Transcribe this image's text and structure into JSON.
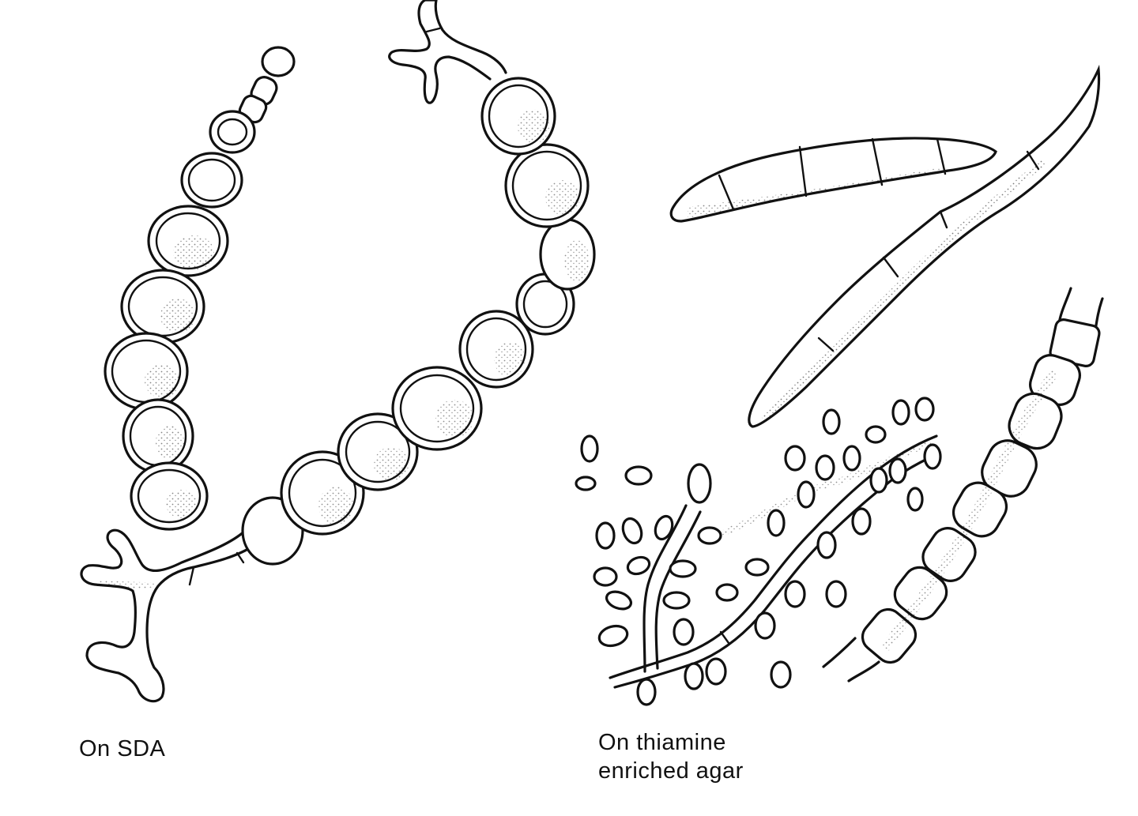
{
  "captions": {
    "left": "On SDA",
    "right_line1": "On thiamine",
    "right_line2": "enriched agar"
  }
}
